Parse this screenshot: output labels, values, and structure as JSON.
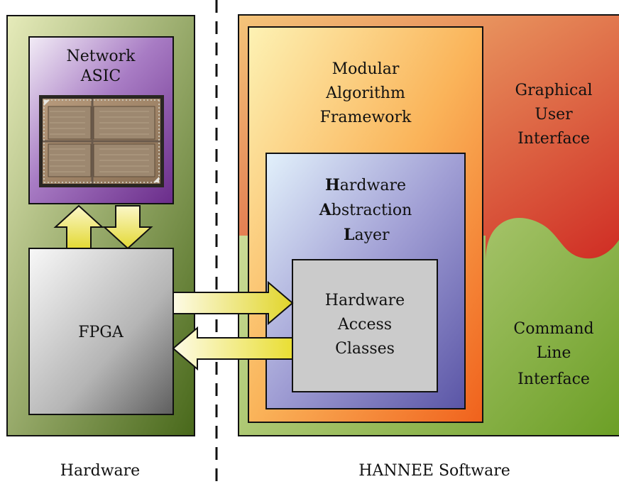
{
  "diagram": {
    "network_asic": {
      "line1": "Network",
      "line2": "ASIC"
    },
    "fpga": {
      "label": "FPGA"
    },
    "modular_framework": {
      "line1": "Modular",
      "line2": "Algorithm",
      "line3": "Framework"
    },
    "gui": {
      "line1": "Graphical",
      "line2": "User",
      "line3": "Interface"
    },
    "hal": {
      "line1_initial": "H",
      "line1_rest": "ardware",
      "line2_initial": "A",
      "line2_rest": "bstraction",
      "line3_initial": "L",
      "line3_rest": "ayer"
    },
    "hac": {
      "line1": "Hardware",
      "line2": "Access",
      "line3": "Classes"
    },
    "cli": {
      "line1": "Command",
      "line2": "Line",
      "line3": "Interface"
    },
    "caption_hardware": "Hardware",
    "caption_software": "HANNEE Software"
  },
  "colors": {
    "hardware_green_light": "#e2e6b4",
    "hardware_green_dark": "#4a6a1c",
    "asic_purple": "#7a3f96",
    "fpga_gray": "#c8c8c8",
    "framework_orange": "#f7a33a",
    "gui_red": "#d43a2a",
    "cli_green": "#7faa3a",
    "hal_blue": "#6e6bb4",
    "hac_gray": "#cbcbcb",
    "arrow_yellow": "#e7df3c"
  }
}
